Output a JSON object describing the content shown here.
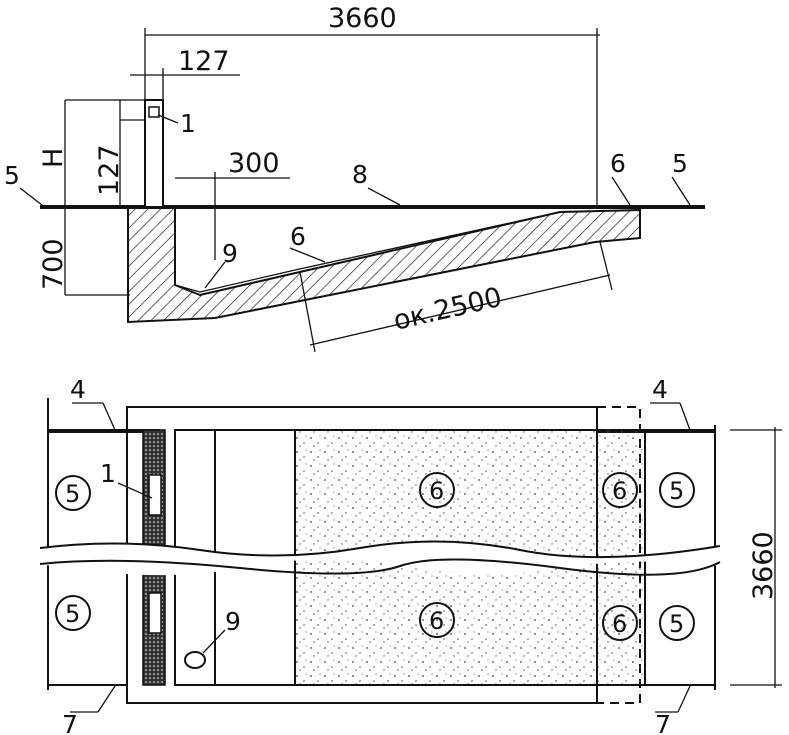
{
  "section": {
    "dim_total": "3660",
    "dim_width": "127",
    "dim_top": "127",
    "dim_h": "H",
    "dim_depth": "700",
    "dim_offset": "300",
    "dim_slope": "ок.2500",
    "callout_1": "1",
    "callout_5_left": "5",
    "callout_5_right": "5",
    "callout_6_mid": "6",
    "callout_6_right": "6",
    "callout_8": "8",
    "callout_9": "9"
  },
  "plan": {
    "callout_4_left": "4",
    "callout_4_right": "4",
    "callout_1": "1",
    "callout_7_left": "7",
    "callout_7_right": "7",
    "callout_9": "9",
    "dim_width": "3660",
    "zone_top": [
      "5",
      "6",
      "6",
      "5"
    ],
    "zone_bottom": [
      "5",
      "6",
      "6",
      "5"
    ]
  }
}
